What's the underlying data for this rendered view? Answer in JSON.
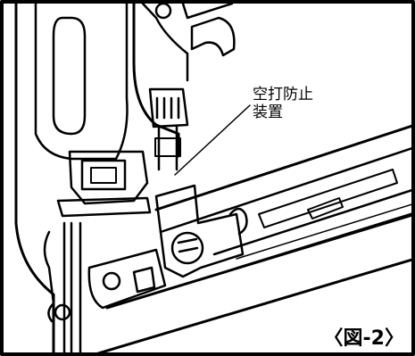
{
  "figure": {
    "callout_line1": "空打防止",
    "callout_line2": "装置",
    "label": "〈図-2〉"
  },
  "colors": {
    "background": "#ffffff",
    "line": "#000000",
    "frame": "#000000"
  }
}
